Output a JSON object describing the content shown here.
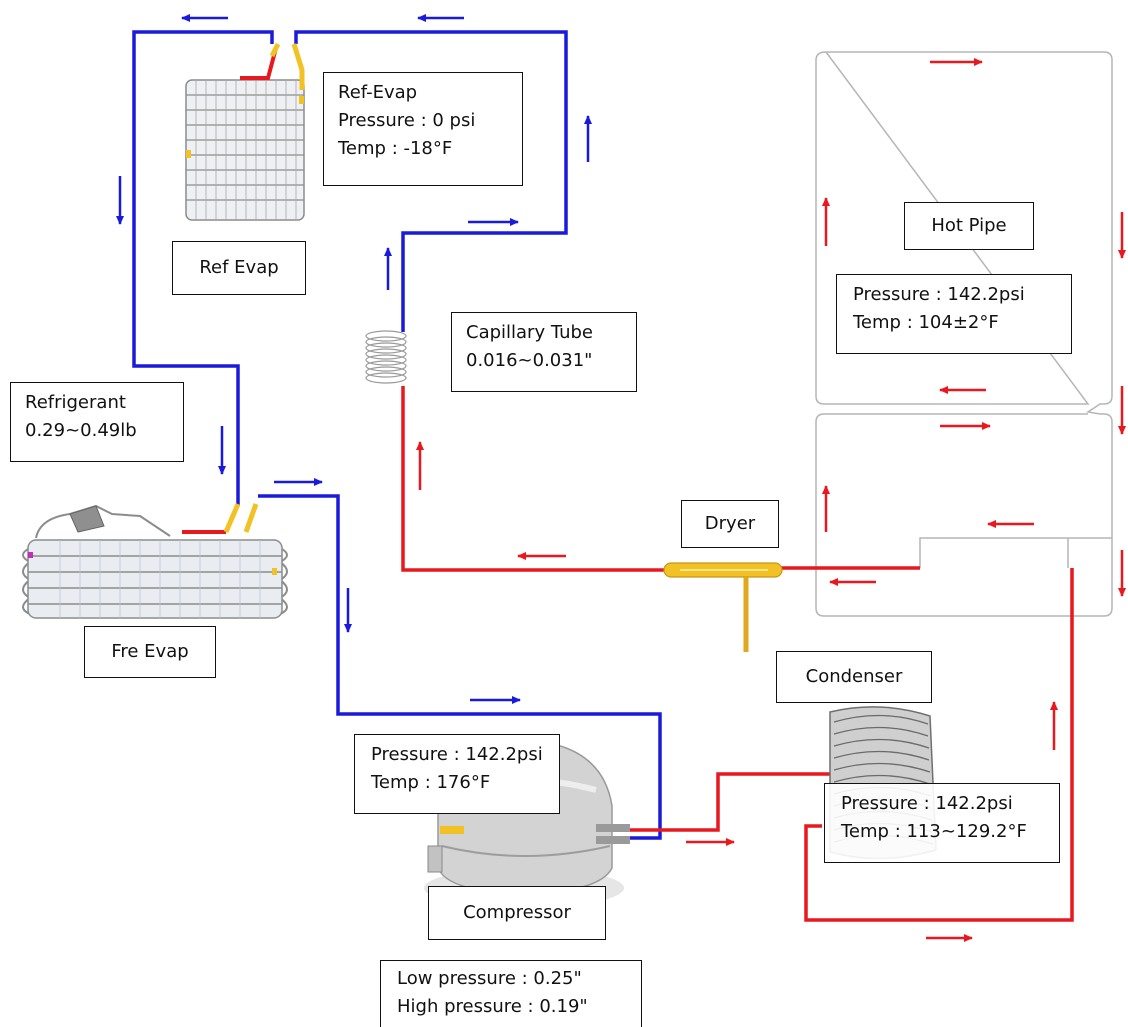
{
  "labels": {
    "ref_evap_info": {
      "title": "Ref-Evap",
      "pressure": "Pressure : 0 psi",
      "temp": "Temp : -18°F"
    },
    "ref_evap": "Ref Evap",
    "hot_pipe": "Hot Pipe",
    "hot_pipe_info": {
      "pressure": "Pressure : 142.2psi",
      "temp": "Temp : 104±2°F"
    },
    "capillary_tube": {
      "name": "Capillary Tube",
      "size": "0.016~0.031\""
    },
    "refrigerant": {
      "name": "Refrigerant",
      "amount": "0.29~0.49lb"
    },
    "dryer": "Dryer",
    "fre_evap": "Fre Evap",
    "condenser": "Condenser",
    "compressor_info": {
      "pressure": "Pressure : 142.2psi",
      "temp": "Temp : 176°F"
    },
    "condenser_info": {
      "pressure": "Pressure : 142.2psi",
      "temp": "Temp : 113~129.2°F"
    },
    "compressor": "Compressor",
    "pipe_sizes": {
      "low": "Low pressure : 0.25\"",
      "high": "High pressure : 0.19\""
    }
  },
  "colors": {
    "low_pressure_line": "#1a1adb",
    "high_pressure_line": "#e8181f",
    "connector": "#f2c224",
    "component_outline": "#9a9a9a",
    "component_fill": "#d9dde2"
  }
}
